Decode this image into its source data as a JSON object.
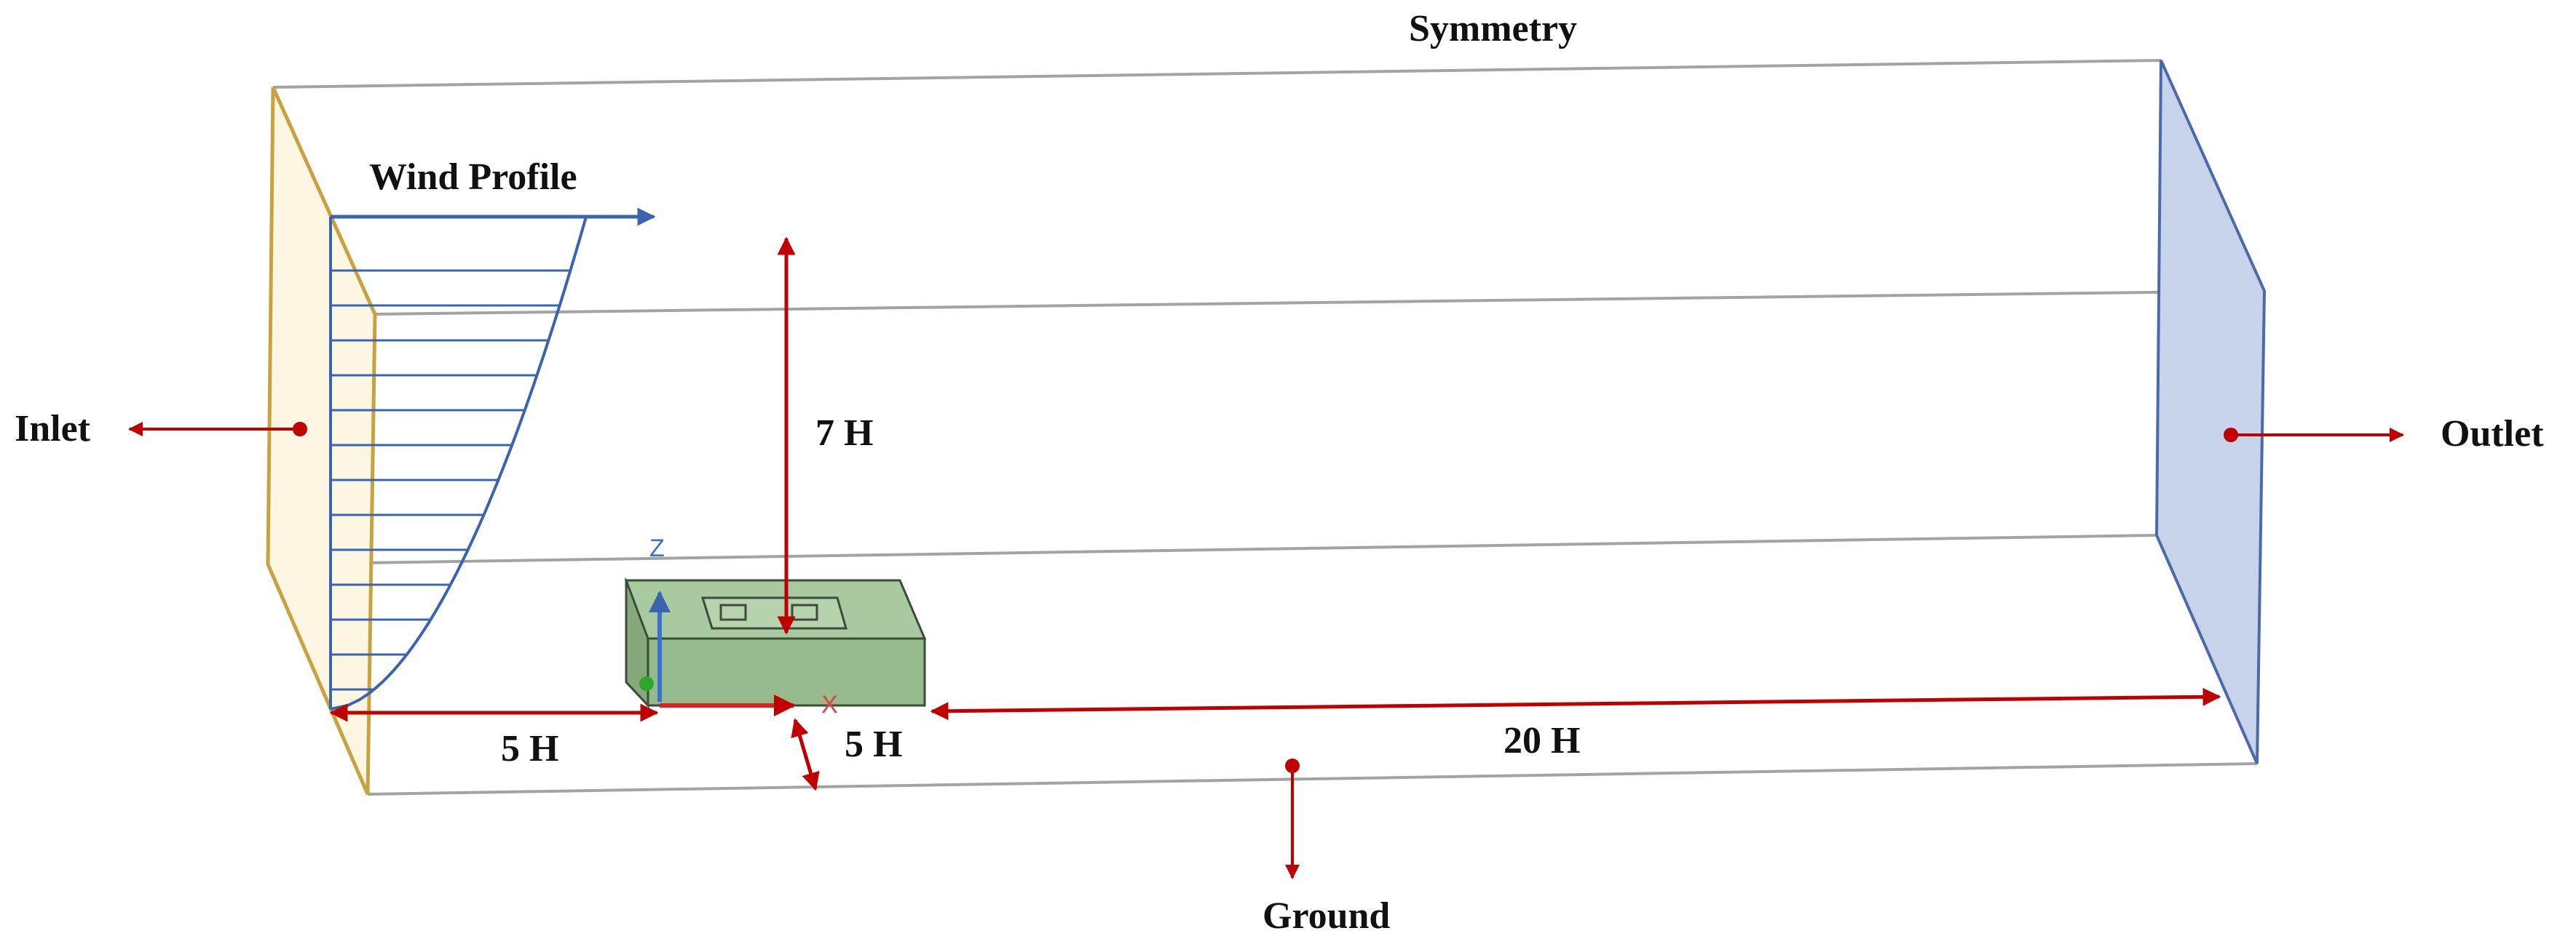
{
  "labels": {
    "symmetry": "Symmetry",
    "wind_profile": "Wind Profile",
    "inlet": "Inlet",
    "outlet": "Outlet",
    "ground": "Ground",
    "height": "7 H",
    "upstream": "5 H",
    "lateral": "5 H",
    "downstream": "20 H",
    "axis_z": "Z",
    "axis_x": "X"
  },
  "colors": {
    "edge": "#a3a3a3",
    "inlet_fill": "#fdf6e3",
    "inlet_edge": "#c9a23f",
    "outlet_fill": "#c7d3ea",
    "outlet_edge": "#4a6aa8",
    "profile": "#3a64b0",
    "dimension": "#c00000",
    "building_top": "#a9c9a0",
    "building_front": "#97ba8c",
    "building_side": "#86a97c",
    "building_edge": "#3c4c38"
  }
}
